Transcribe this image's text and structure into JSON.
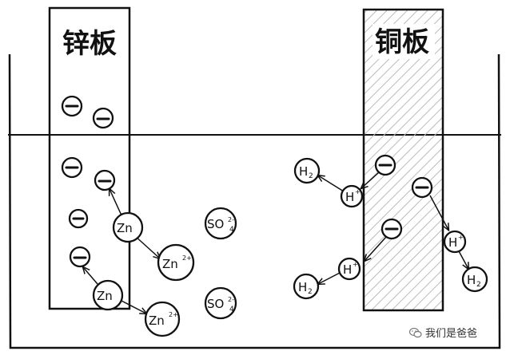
{
  "labels": {
    "zinc_plate": "锌板",
    "copper_plate": "铜板"
  },
  "particles": {
    "electron": "−",
    "zn": "Zn",
    "zn_ion_base": "Zn",
    "zn_ion_charge": "2+",
    "sulfate_base": "SO",
    "sulfate_charge": "2-",
    "sulfate_sub": "4",
    "h_ion_base": "H",
    "h_ion_charge": "+",
    "h2_base": "H",
    "h2_sub": "2"
  },
  "watermark": {
    "icon": "wechat-icon",
    "text": "我们是爸爸"
  }
}
